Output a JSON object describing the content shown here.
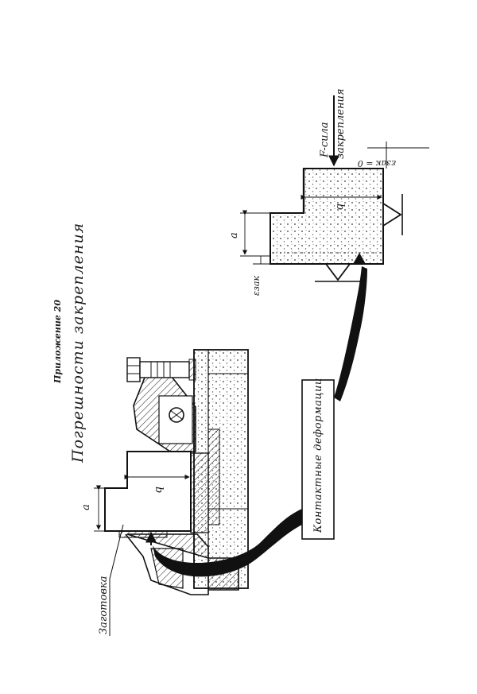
{
  "page": {
    "appendix_label": "Приложение 20",
    "title": "Погрешности закрепления"
  },
  "diagram": {
    "workpiece_label": "Заготовка",
    "dim_a_left": "a",
    "dim_b_left": "b",
    "contact_box_label": "Контактные деформации",
    "dim_a_right": "a",
    "dim_b_right": "b",
    "eps_label": "εзак",
    "force_label_line1": "F-сила",
    "force_label_line2": "закрепления",
    "eps_zero_label": "εзак = 0"
  }
}
